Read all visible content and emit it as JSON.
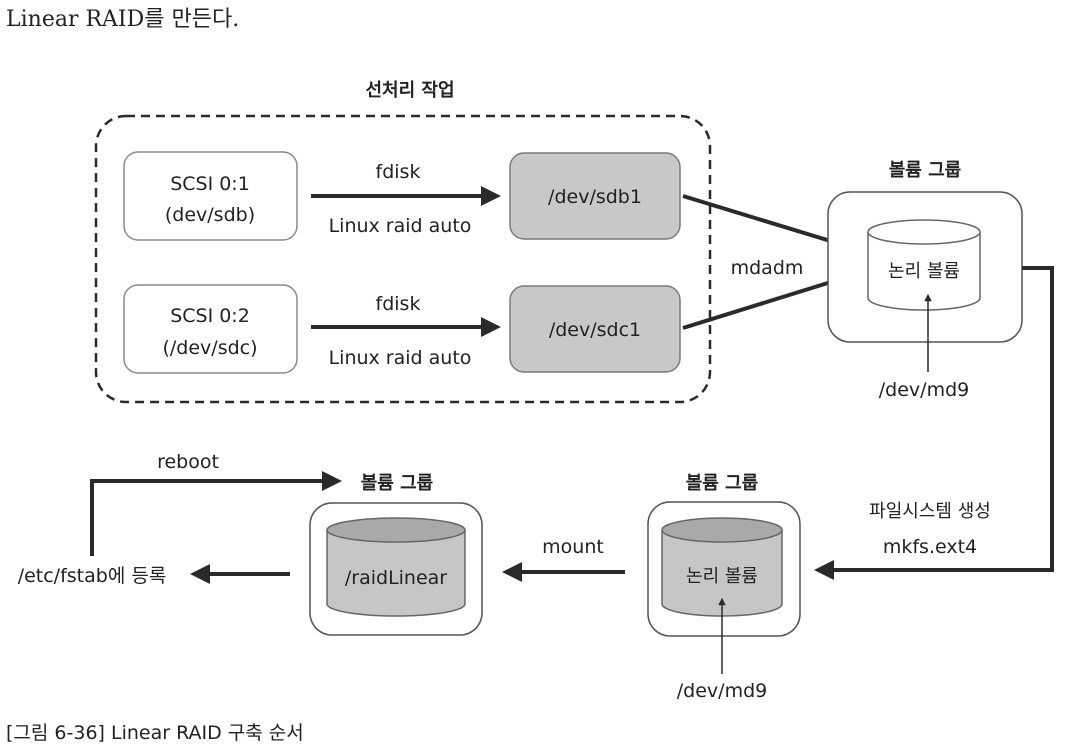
{
  "intro_text": "Linear RAID를 만든다.",
  "preprocess": {
    "title": "선처리 작업",
    "disk1": {
      "line1": "SCSI 0:1",
      "line2": "(dev/sdb)"
    },
    "disk2": {
      "line1": "SCSI 0:2",
      "line2": "(/dev/sdc)"
    },
    "arrow1": {
      "top": "fdisk",
      "bottom": "Linux raid auto"
    },
    "arrow2": {
      "top": "fdisk",
      "bottom": "Linux raid auto"
    },
    "partition1": "/dev/sdb1",
    "partition2": "/dev/sdc1"
  },
  "mdadm_label": "mdadm",
  "volume_group_1": {
    "title": "볼륨 그룹",
    "volume": "논리 볼륨",
    "device": "/dev/md9"
  },
  "filesystem": {
    "label": "파일시스템 생성",
    "command": "mkfs.ext4"
  },
  "volume_group_2": {
    "title": "볼륨 그룹",
    "volume": "논리 볼륨",
    "device": "/dev/md9"
  },
  "mount_label": "mount",
  "volume_group_3": {
    "title": "볼륨 그룹",
    "volume": "/raidLinear"
  },
  "fstab_label": "/etc/fstab에 등록",
  "reboot_label": "reboot",
  "caption": "[그림 6-36] Linear RAID 구축 순서",
  "colors": {
    "line": "#2a2a2a",
    "box_border": "#555555",
    "shaded_fill": "#c8c8c8",
    "cylinder_dark": "#bdbdbd",
    "cylinder_top": "#a9a9a9"
  }
}
